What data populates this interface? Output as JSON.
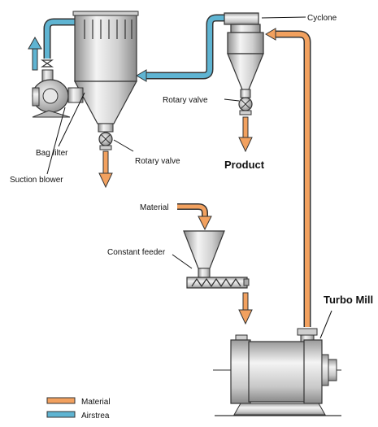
{
  "labels": {
    "cyclone": "Cyclone",
    "rotary_valve_top": "Rotary valve",
    "rotary_valve_bottom": "Rotary valve",
    "bag_filter": "Bag filter",
    "suction_blower": "Suction blower",
    "product": "Product",
    "material": "Material",
    "constant_feeder": "Constant feeder",
    "turbo_mill": "Turbo Mill"
  },
  "legend": {
    "items": [
      {
        "label": "Material",
        "color": "#f2a15f"
      },
      {
        "label": "Airstrea",
        "color": "#5fb4d2"
      }
    ]
  },
  "colors": {
    "material": "#f2a15f",
    "air": "#5fb4d2",
    "steel": "#d8d8d8",
    "outline": "#333333"
  }
}
